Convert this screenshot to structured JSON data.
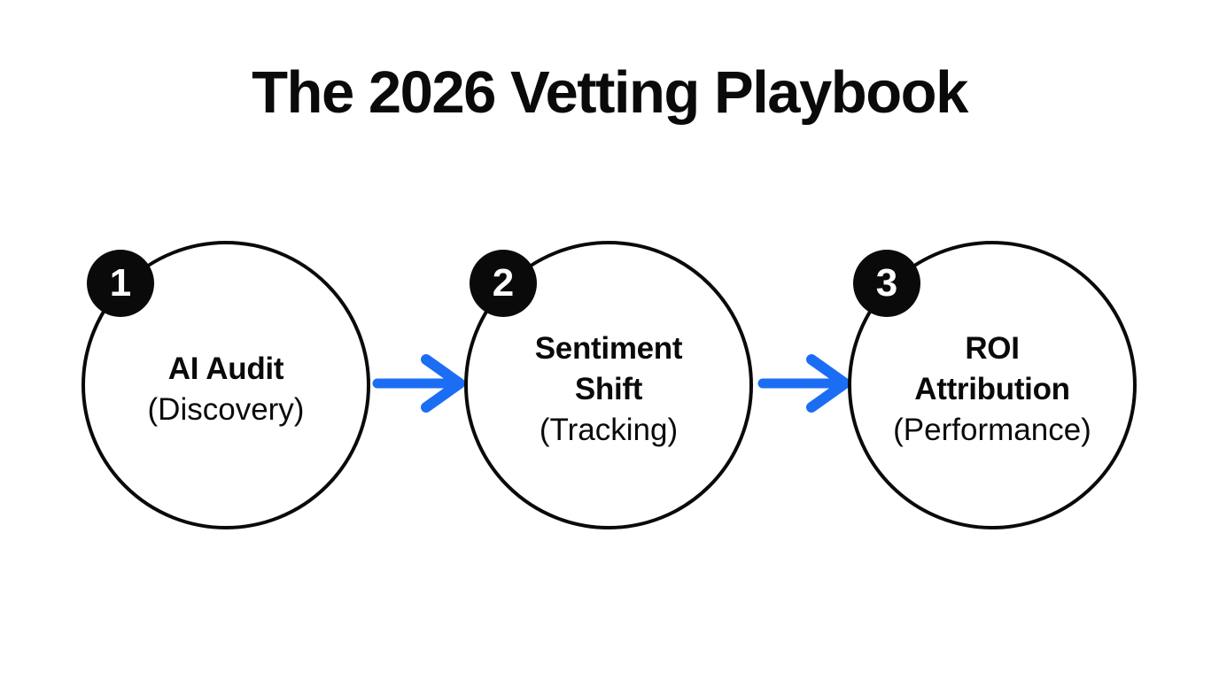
{
  "title": "The 2026 Vetting Playbook",
  "colors": {
    "background": "#ffffff",
    "ink": "#0a0a0a",
    "arrow_blue": "#1b6ef3",
    "badge_text": "#ffffff"
  },
  "steps": [
    {
      "number": "1",
      "name": "AI Audit",
      "subtitle": "(Discovery)"
    },
    {
      "number": "2",
      "name": "Sentiment\nShift",
      "subtitle": "(Tracking)"
    },
    {
      "number": "3",
      "name": "ROI\nAttribution",
      "subtitle": "(Performance)"
    }
  ]
}
